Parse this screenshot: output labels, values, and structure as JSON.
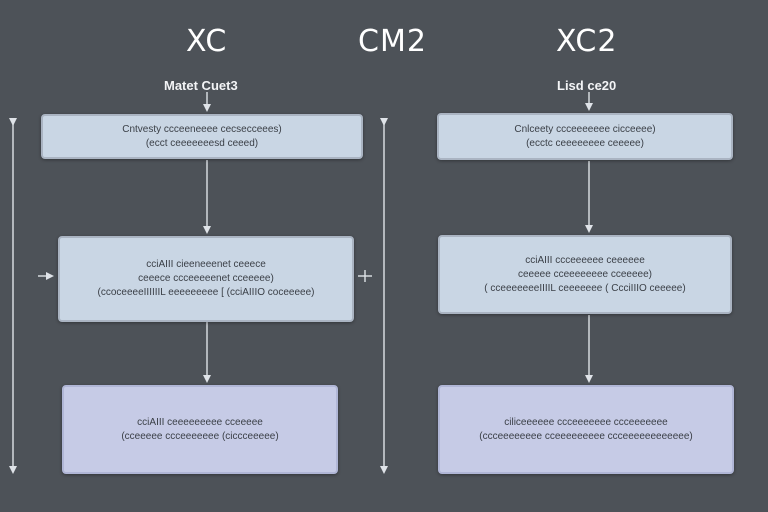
{
  "colors": {
    "background": "#4d5258",
    "box_blue": "#c9d6e4",
    "box_violet": "#c6cbe6",
    "border": "#aab4c2",
    "arrow": "#dfe3e8"
  },
  "titles": {
    "left": "XC",
    "middle": "CM2",
    "right": "XC2"
  },
  "subtitles": {
    "left": "Matet Cuet3",
    "right": "Lisd ce20"
  },
  "left_column": {
    "box1": [
      "Cntvesty ccceeneeee cecsecceees)",
      "(ecct   ceeeeeeesd  ceeed)"
    ],
    "box2": [
      "cciAIII   cieeneeenet   ceeece",
      "ceeece  ccceeeeenet  cceeeee)",
      "(ccoceeeeIIIIIIL  eeeeeeeee [ (cciAIIIO coceeeee)"
    ],
    "box3": [
      "cciAIII   ceeeeeeeee   cceeeee",
      "(cceeeee  ccceeeeeee  (ciccceeeee)"
    ]
  },
  "right_column": {
    "box1": [
      "Cnlceety   ccceeeeeee   cicceeee)",
      "(ecctc   ceeeeeeee   ceeeee)"
    ],
    "box2": [
      "cciAIII   ccceeeeee   ceeeeee",
      "ceeeee  cceeeeeeee  cceeeee)",
      "(  cceeeeeeeIIIIL  ceeeeeee ( CcciIIIO ceeeee)"
    ],
    "box3": [
      "ciliceeeeee   ccceeeeeee   ccceeeeeee",
      "(ccceeeeeeee  cceeeeeeeee  ccceeeeeeeeeeee)"
    ]
  }
}
